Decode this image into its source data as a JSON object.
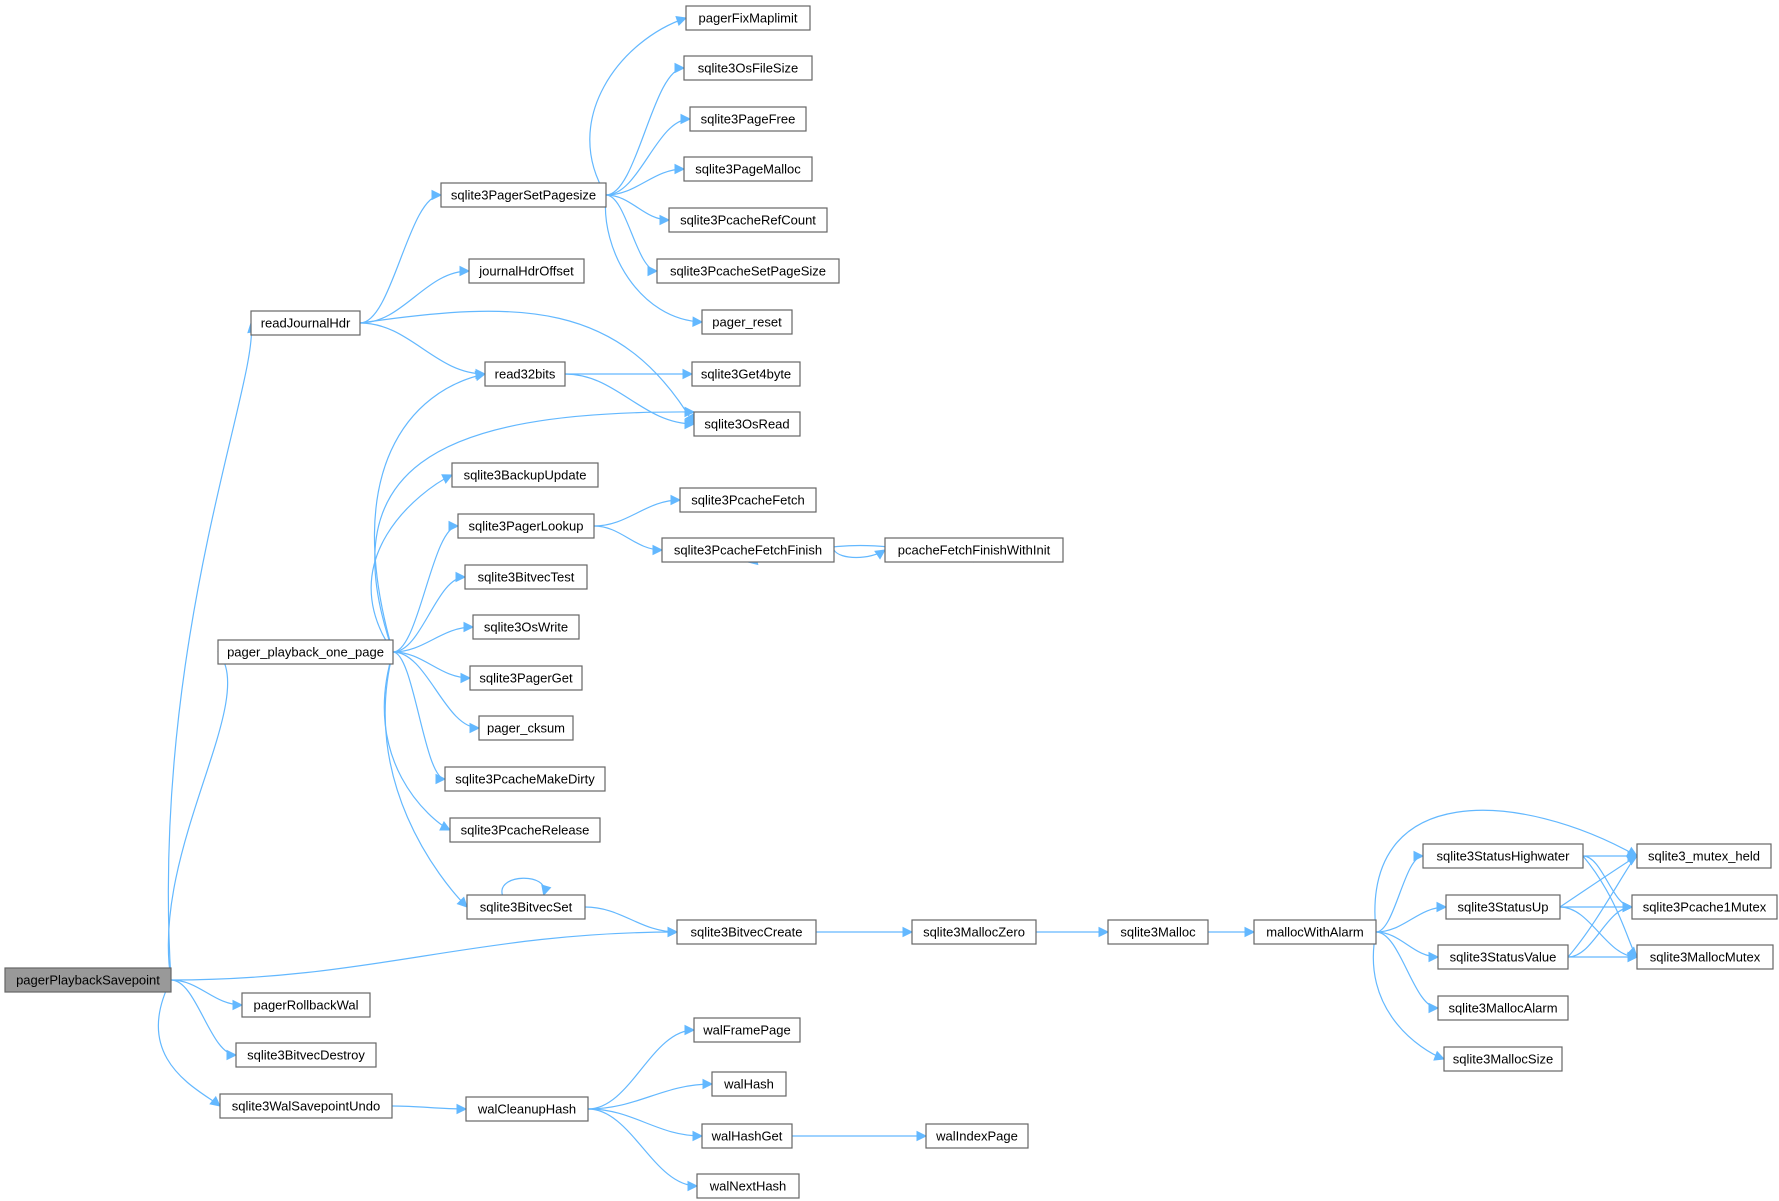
{
  "diagram": {
    "colors": {
      "node_fill": "#ffffff",
      "node_border": "#666666",
      "root_fill": "#999999",
      "edge": "#63b8ff",
      "text": "#000000"
    },
    "nodes": [
      {
        "id": "pagerPlaybackSavepoint",
        "label": "pagerPlaybackSavepoint",
        "root": true
      },
      {
        "id": "readJournalHdr",
        "label": "readJournalHdr"
      },
      {
        "id": "pager_playback_one_page",
        "label": "pager_playback_one_page"
      },
      {
        "id": "pagerRollbackWal",
        "label": "pagerRollbackWal"
      },
      {
        "id": "sqlite3BitvecDestroy",
        "label": "sqlite3BitvecDestroy"
      },
      {
        "id": "sqlite3WalSavepointUndo",
        "label": "sqlite3WalSavepointUndo"
      },
      {
        "id": "sqlite3PagerSetPagesize",
        "label": "sqlite3PagerSetPagesize"
      },
      {
        "id": "journalHdrOffset",
        "label": "journalHdrOffset"
      },
      {
        "id": "read32bits",
        "label": "read32bits"
      },
      {
        "id": "sqlite3BackupUpdate",
        "label": "sqlite3BackupUpdate"
      },
      {
        "id": "sqlite3PagerLookup",
        "label": "sqlite3PagerLookup"
      },
      {
        "id": "sqlite3BitvecTest",
        "label": "sqlite3BitvecTest"
      },
      {
        "id": "sqlite3OsWrite",
        "label": "sqlite3OsWrite"
      },
      {
        "id": "sqlite3PagerGet",
        "label": "sqlite3PagerGet"
      },
      {
        "id": "pager_cksum",
        "label": "pager_cksum"
      },
      {
        "id": "sqlite3PcacheMakeDirty",
        "label": "sqlite3PcacheMakeDirty"
      },
      {
        "id": "sqlite3PcacheRelease",
        "label": "sqlite3PcacheRelease"
      },
      {
        "id": "sqlite3BitvecSet",
        "label": "sqlite3BitvecSet"
      },
      {
        "id": "walCleanupHash",
        "label": "walCleanupHash"
      },
      {
        "id": "pagerFixMaplimit",
        "label": "pagerFixMaplimit"
      },
      {
        "id": "sqlite3OsFileSize",
        "label": "sqlite3OsFileSize"
      },
      {
        "id": "sqlite3PageFree",
        "label": "sqlite3PageFree"
      },
      {
        "id": "sqlite3PageMalloc",
        "label": "sqlite3PageMalloc"
      },
      {
        "id": "sqlite3PcacheRefCount",
        "label": "sqlite3PcacheRefCount"
      },
      {
        "id": "sqlite3PcacheSetPageSize",
        "label": "sqlite3PcacheSetPageSize"
      },
      {
        "id": "pager_reset",
        "label": "pager_reset"
      },
      {
        "id": "sqlite3Get4byte",
        "label": "sqlite3Get4byte"
      },
      {
        "id": "sqlite3OsRead",
        "label": "sqlite3OsRead"
      },
      {
        "id": "sqlite3PcacheFetch",
        "label": "sqlite3PcacheFetch"
      },
      {
        "id": "sqlite3PcacheFetchFinish",
        "label": "sqlite3PcacheFetchFinish"
      },
      {
        "id": "pcacheFetchFinishWithInit",
        "label": "pcacheFetchFinishWithInit"
      },
      {
        "id": "sqlite3BitvecCreate",
        "label": "sqlite3BitvecCreate"
      },
      {
        "id": "sqlite3MallocZero",
        "label": "sqlite3MallocZero"
      },
      {
        "id": "sqlite3Malloc",
        "label": "sqlite3Malloc"
      },
      {
        "id": "mallocWithAlarm",
        "label": "mallocWithAlarm"
      },
      {
        "id": "sqlite3StatusHighwater",
        "label": "sqlite3StatusHighwater"
      },
      {
        "id": "sqlite3StatusUp",
        "label": "sqlite3StatusUp"
      },
      {
        "id": "sqlite3StatusValue",
        "label": "sqlite3StatusValue"
      },
      {
        "id": "sqlite3MallocAlarm",
        "label": "sqlite3MallocAlarm"
      },
      {
        "id": "sqlite3MallocSize",
        "label": "sqlite3MallocSize"
      },
      {
        "id": "sqlite3_mutex_held",
        "label": "sqlite3_mutex_held"
      },
      {
        "id": "sqlite3Pcache1Mutex",
        "label": "sqlite3Pcache1Mutex"
      },
      {
        "id": "sqlite3MallocMutex",
        "label": "sqlite3MallocMutex"
      },
      {
        "id": "walFramePage",
        "label": "walFramePage"
      },
      {
        "id": "walHash",
        "label": "walHash"
      },
      {
        "id": "walHashGet",
        "label": "walHashGet"
      },
      {
        "id": "walNextHash",
        "label": "walNextHash"
      },
      {
        "id": "walIndexPage",
        "label": "walIndexPage"
      }
    ],
    "edges": [
      [
        "pagerPlaybackSavepoint",
        "readJournalHdr"
      ],
      [
        "pagerPlaybackSavepoint",
        "pager_playback_one_page"
      ],
      [
        "pagerPlaybackSavepoint",
        "sqlite3BitvecCreate"
      ],
      [
        "pagerPlaybackSavepoint",
        "pagerRollbackWal"
      ],
      [
        "pagerPlaybackSavepoint",
        "sqlite3BitvecDestroy"
      ],
      [
        "pagerPlaybackSavepoint",
        "sqlite3WalSavepointUndo"
      ],
      [
        "readJournalHdr",
        "sqlite3PagerSetPagesize"
      ],
      [
        "readJournalHdr",
        "journalHdrOffset"
      ],
      [
        "readJournalHdr",
        "read32bits"
      ],
      [
        "readJournalHdr",
        "sqlite3OsRead"
      ],
      [
        "sqlite3PagerSetPagesize",
        "pagerFixMaplimit"
      ],
      [
        "sqlite3PagerSetPagesize",
        "sqlite3OsFileSize"
      ],
      [
        "sqlite3PagerSetPagesize",
        "sqlite3PageFree"
      ],
      [
        "sqlite3PagerSetPagesize",
        "sqlite3PageMalloc"
      ],
      [
        "sqlite3PagerSetPagesize",
        "sqlite3PcacheRefCount"
      ],
      [
        "sqlite3PagerSetPagesize",
        "sqlite3PcacheSetPageSize"
      ],
      [
        "sqlite3PagerSetPagesize",
        "pager_reset"
      ],
      [
        "read32bits",
        "sqlite3Get4byte"
      ],
      [
        "read32bits",
        "sqlite3OsRead"
      ],
      [
        "pager_playback_one_page",
        "read32bits"
      ],
      [
        "pager_playback_one_page",
        "sqlite3OsRead"
      ],
      [
        "pager_playback_one_page",
        "sqlite3BackupUpdate"
      ],
      [
        "pager_playback_one_page",
        "sqlite3PagerLookup"
      ],
      [
        "pager_playback_one_page",
        "sqlite3BitvecTest"
      ],
      [
        "pager_playback_one_page",
        "sqlite3OsWrite"
      ],
      [
        "pager_playback_one_page",
        "sqlite3PagerGet"
      ],
      [
        "pager_playback_one_page",
        "pager_cksum"
      ],
      [
        "pager_playback_one_page",
        "sqlite3PcacheMakeDirty"
      ],
      [
        "pager_playback_one_page",
        "sqlite3PcacheRelease"
      ],
      [
        "pager_playback_one_page",
        "sqlite3BitvecSet"
      ],
      [
        "sqlite3PagerLookup",
        "sqlite3PcacheFetch"
      ],
      [
        "sqlite3PagerLookup",
        "sqlite3PcacheFetchFinish"
      ],
      [
        "sqlite3PcacheFetchFinish",
        "pcacheFetchFinishWithInit"
      ],
      [
        "pcacheFetchFinishWithInit",
        "sqlite3PcacheFetchFinish"
      ],
      [
        "sqlite3BitvecSet",
        "sqlite3BitvecSet"
      ],
      [
        "sqlite3BitvecSet",
        "sqlite3BitvecCreate"
      ],
      [
        "sqlite3BitvecCreate",
        "sqlite3MallocZero"
      ],
      [
        "sqlite3MallocZero",
        "sqlite3Malloc"
      ],
      [
        "sqlite3Malloc",
        "mallocWithAlarm"
      ],
      [
        "mallocWithAlarm",
        "sqlite3_mutex_held"
      ],
      [
        "mallocWithAlarm",
        "sqlite3StatusHighwater"
      ],
      [
        "mallocWithAlarm",
        "sqlite3StatusUp"
      ],
      [
        "mallocWithAlarm",
        "sqlite3StatusValue"
      ],
      [
        "mallocWithAlarm",
        "sqlite3MallocAlarm"
      ],
      [
        "mallocWithAlarm",
        "sqlite3MallocSize"
      ],
      [
        "sqlite3StatusHighwater",
        "sqlite3_mutex_held"
      ],
      [
        "sqlite3StatusHighwater",
        "sqlite3Pcache1Mutex"
      ],
      [
        "sqlite3StatusHighwater",
        "sqlite3MallocMutex"
      ],
      [
        "sqlite3StatusUp",
        "sqlite3_mutex_held"
      ],
      [
        "sqlite3StatusUp",
        "sqlite3Pcache1Mutex"
      ],
      [
        "sqlite3StatusUp",
        "sqlite3MallocMutex"
      ],
      [
        "sqlite3StatusValue",
        "sqlite3_mutex_held"
      ],
      [
        "sqlite3StatusValue",
        "sqlite3Pcache1Mutex"
      ],
      [
        "sqlite3StatusValue",
        "sqlite3MallocMutex"
      ],
      [
        "sqlite3WalSavepointUndo",
        "walCleanupHash"
      ],
      [
        "walCleanupHash",
        "walFramePage"
      ],
      [
        "walCleanupHash",
        "walHash"
      ],
      [
        "walCleanupHash",
        "walHashGet"
      ],
      [
        "walCleanupHash",
        "walNextHash"
      ],
      [
        "walHashGet",
        "walIndexPage"
      ]
    ]
  }
}
